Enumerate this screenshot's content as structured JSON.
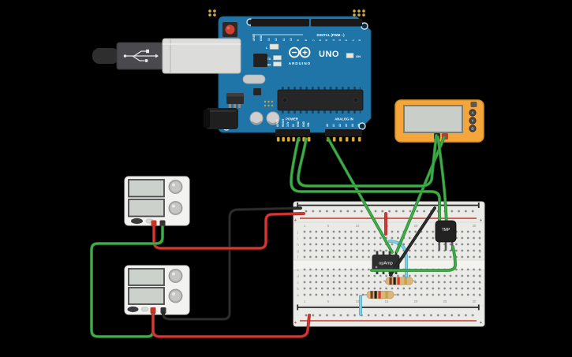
{
  "scene": {
    "background": "#000000"
  },
  "arduino": {
    "brand": "ARDUINO",
    "model": "UNO",
    "digital_header_label": "DIGITAL (PWM ~)",
    "power_header_label": "POWER",
    "analog_header_label": "ANALOG IN",
    "on_led_label": "ON",
    "l_led_label": "L",
    "tx_led_label": "TX",
    "rx_led_label": "RX",
    "digital_pins_left": [
      "AREF",
      "GND",
      "13",
      "12",
      "11",
      "10",
      "9",
      "8"
    ],
    "digital_pins_right": [
      "7",
      "6",
      "5",
      "4",
      "3",
      "2",
      "1",
      "0"
    ],
    "power_pins": [
      "IOREF",
      "RESET",
      "3.3V",
      "5V",
      "GND",
      "GND",
      "VIN"
    ],
    "analog_pins": [
      "A0",
      "A1",
      "A2",
      "A3",
      "A4",
      "A5"
    ]
  },
  "multimeter": {
    "display_value": "",
    "mode_buttons": [
      "A",
      "V",
      "Ω"
    ]
  },
  "breadboard": {
    "row_labels": [
      "j",
      "i",
      "h",
      "g",
      "f",
      "e",
      "d",
      "c",
      "b",
      "a"
    ],
    "column_labels": [
      "1",
      "5",
      "10",
      "15",
      "20",
      "25",
      "30"
    ],
    "plus": "+"
  },
  "components": {
    "opamp_label": "opAmp",
    "tmp_sensor_label": "TMP"
  },
  "wire_colors": {
    "green": "#3fae49",
    "red": "#d93636",
    "black": "#2e2e2e",
    "cyan": "#7cd0e8"
  }
}
